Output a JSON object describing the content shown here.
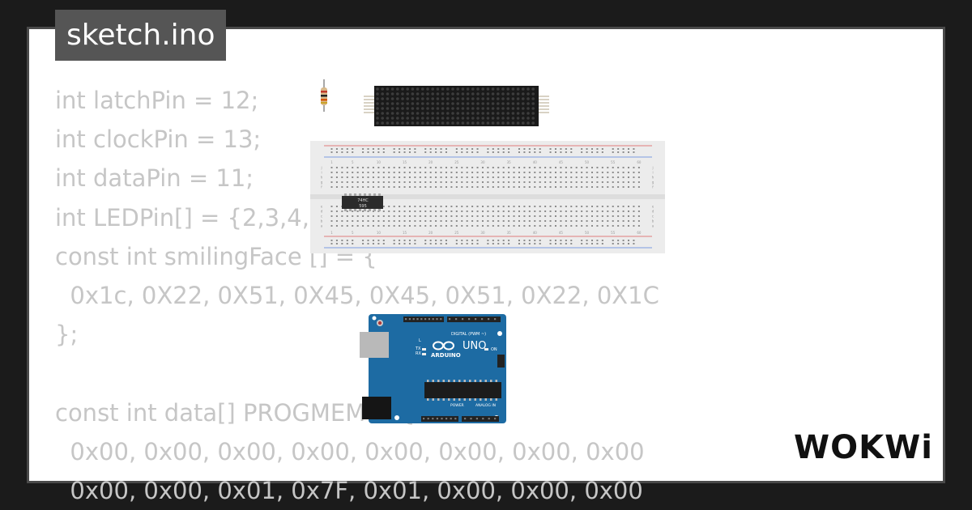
{
  "file_tab": {
    "title": "sketch.ino"
  },
  "code_lines": [
    "int latchPin = 12;",
    "int clockPin = 13;",
    "int dataPin = 11;",
    "int LEDPin[] = {2,3,4,5",
    "const int smilingFace [] = {",
    "  0x1c, 0X22, 0X51, 0X45, 0X45, 0X51, 0X22, 0X1C",
    "};",
    "",
    "const int data[] PROGMEM = {",
    "  0x00, 0x00, 0x00, 0x00, 0x00, 0x00, 0x00, 0x00",
    "  0x00, 0x00, 0x01, 0x7F, 0x01, 0x00, 0x00, 0x00"
  ],
  "breadboard": {
    "column_numbers": [
      "1",
      "5",
      "10",
      "15",
      "20",
      "25",
      "30",
      "35",
      "40",
      "45",
      "50",
      "55",
      "60"
    ],
    "row_letters_top": [
      "j",
      "i",
      "h",
      "g",
      "f"
    ],
    "row_letters_bottom": [
      "e",
      "d",
      "c",
      "b",
      "a"
    ]
  },
  "shift_register": {
    "label_line1": "74HC",
    "label_line2": "595"
  },
  "arduino": {
    "brand": "ARDUINO",
    "model": "UNO",
    "digital_label": "DIGITAL (PWM ~)",
    "power_label": "POWER",
    "analog_label": "ANALOG IN",
    "tx_label": "TX",
    "rx_label": "RX",
    "on_label": "ON",
    "l_label": "L",
    "board_color": "#1d6ba3"
  },
  "logo": {
    "text": "WOKWi"
  },
  "colors": {
    "background": "#1b1b1b",
    "card": "#ffffff",
    "tab": "#555555",
    "code_text": "#c6c6c6",
    "led_matrix": "#1a1a1a"
  }
}
